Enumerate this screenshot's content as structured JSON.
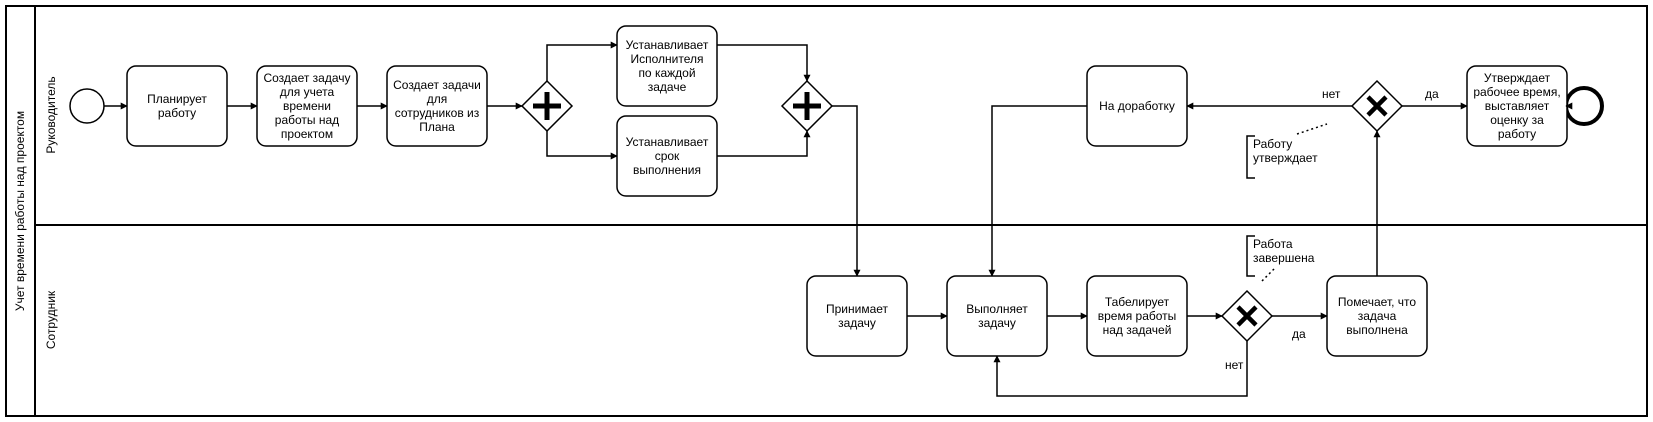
{
  "pool": {
    "title": "Учет времени работы над проектом"
  },
  "lanes": [
    {
      "id": "manager",
      "label": "Руководитель"
    },
    {
      "id": "employee",
      "label": "Сотрудник"
    }
  ],
  "tasks": [
    {
      "id": "plan",
      "lines": [
        "Планирует",
        "работу"
      ]
    },
    {
      "id": "create-time-task",
      "lines": [
        "Создает задачу",
        "для учета",
        "времени",
        "работы над",
        "проектом"
      ]
    },
    {
      "id": "create-employee-tasks",
      "lines": [
        "Создает задачи",
        "для",
        "сотрудников из",
        "Плана"
      ]
    },
    {
      "id": "assign-executor",
      "lines": [
        "Устанавливает",
        "Исполнителя",
        "по каждой",
        "задаче"
      ]
    },
    {
      "id": "set-deadline",
      "lines": [
        "Устанавливает",
        "срок",
        "выполнения"
      ]
    },
    {
      "id": "rework",
      "lines": [
        "На доработку"
      ]
    },
    {
      "id": "approve",
      "lines": [
        "Утверждает",
        "рабочее время,",
        "выставляет",
        "оценку за",
        "работу"
      ]
    },
    {
      "id": "accept",
      "lines": [
        "Принимает",
        "задачу"
      ]
    },
    {
      "id": "execute",
      "lines": [
        "Выполняет",
        "задачу"
      ]
    },
    {
      "id": "timesheet",
      "lines": [
        "Табелирует",
        "время работы",
        "над задачей"
      ]
    },
    {
      "id": "mark-done",
      "lines": [
        "Помечает, что",
        "задача",
        "выполнена"
      ]
    }
  ],
  "annotations": [
    {
      "id": "work-approved",
      "lines": [
        "Работу",
        "утверждает"
      ]
    },
    {
      "id": "work-done",
      "lines": [
        "Работа",
        "завершена"
      ]
    }
  ],
  "flow_labels": {
    "approve_no": "нет",
    "approve_yes": "да",
    "done_yes": "да",
    "done_no": "нет"
  },
  "colors": {
    "stroke": "#000000",
    "fill": "#ffffff"
  }
}
